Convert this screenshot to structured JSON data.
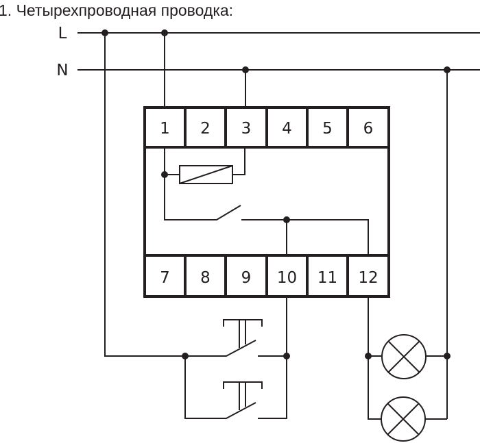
{
  "title": "1. Четырехпроводная проводка:",
  "lines": {
    "phase": "L",
    "neutral": "N"
  },
  "terminals_top": [
    "1",
    "2",
    "3",
    "4",
    "5",
    "6"
  ],
  "terminals_bottom": [
    "7",
    "8",
    "9",
    "10",
    "11",
    "12"
  ],
  "color": "#231f20"
}
